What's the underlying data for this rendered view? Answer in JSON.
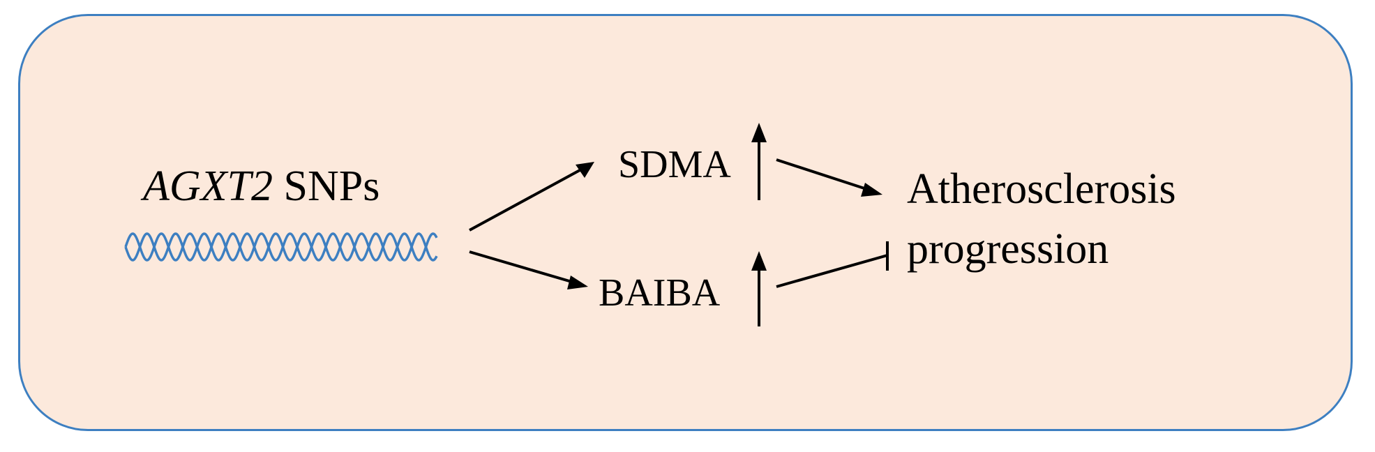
{
  "colors": {
    "panel_background": "#fce9dc",
    "panel_border": "#3d7fc1",
    "dna_strand": "#3d7fc1",
    "arrow": "#000000"
  },
  "nodes": {
    "gene": {
      "name": "AGXT2",
      "suffix": "SNPs",
      "icon": "dna-helix-icon"
    },
    "sdma": {
      "label": "SDMA",
      "trend": "increase",
      "trend_icon": "up-arrow-icon"
    },
    "baiba": {
      "label": "BAIBA",
      "trend": "increase",
      "trend_icon": "up-arrow-icon"
    },
    "outcome": {
      "line1": "Atherosclerosis",
      "line2": "progression"
    }
  },
  "edges": [
    {
      "from": "gene",
      "to": "sdma",
      "type": "activation"
    },
    {
      "from": "gene",
      "to": "baiba",
      "type": "activation"
    },
    {
      "from": "sdma",
      "to": "outcome",
      "type": "promotion"
    },
    {
      "from": "baiba",
      "to": "outcome",
      "type": "inhibition"
    }
  ]
}
